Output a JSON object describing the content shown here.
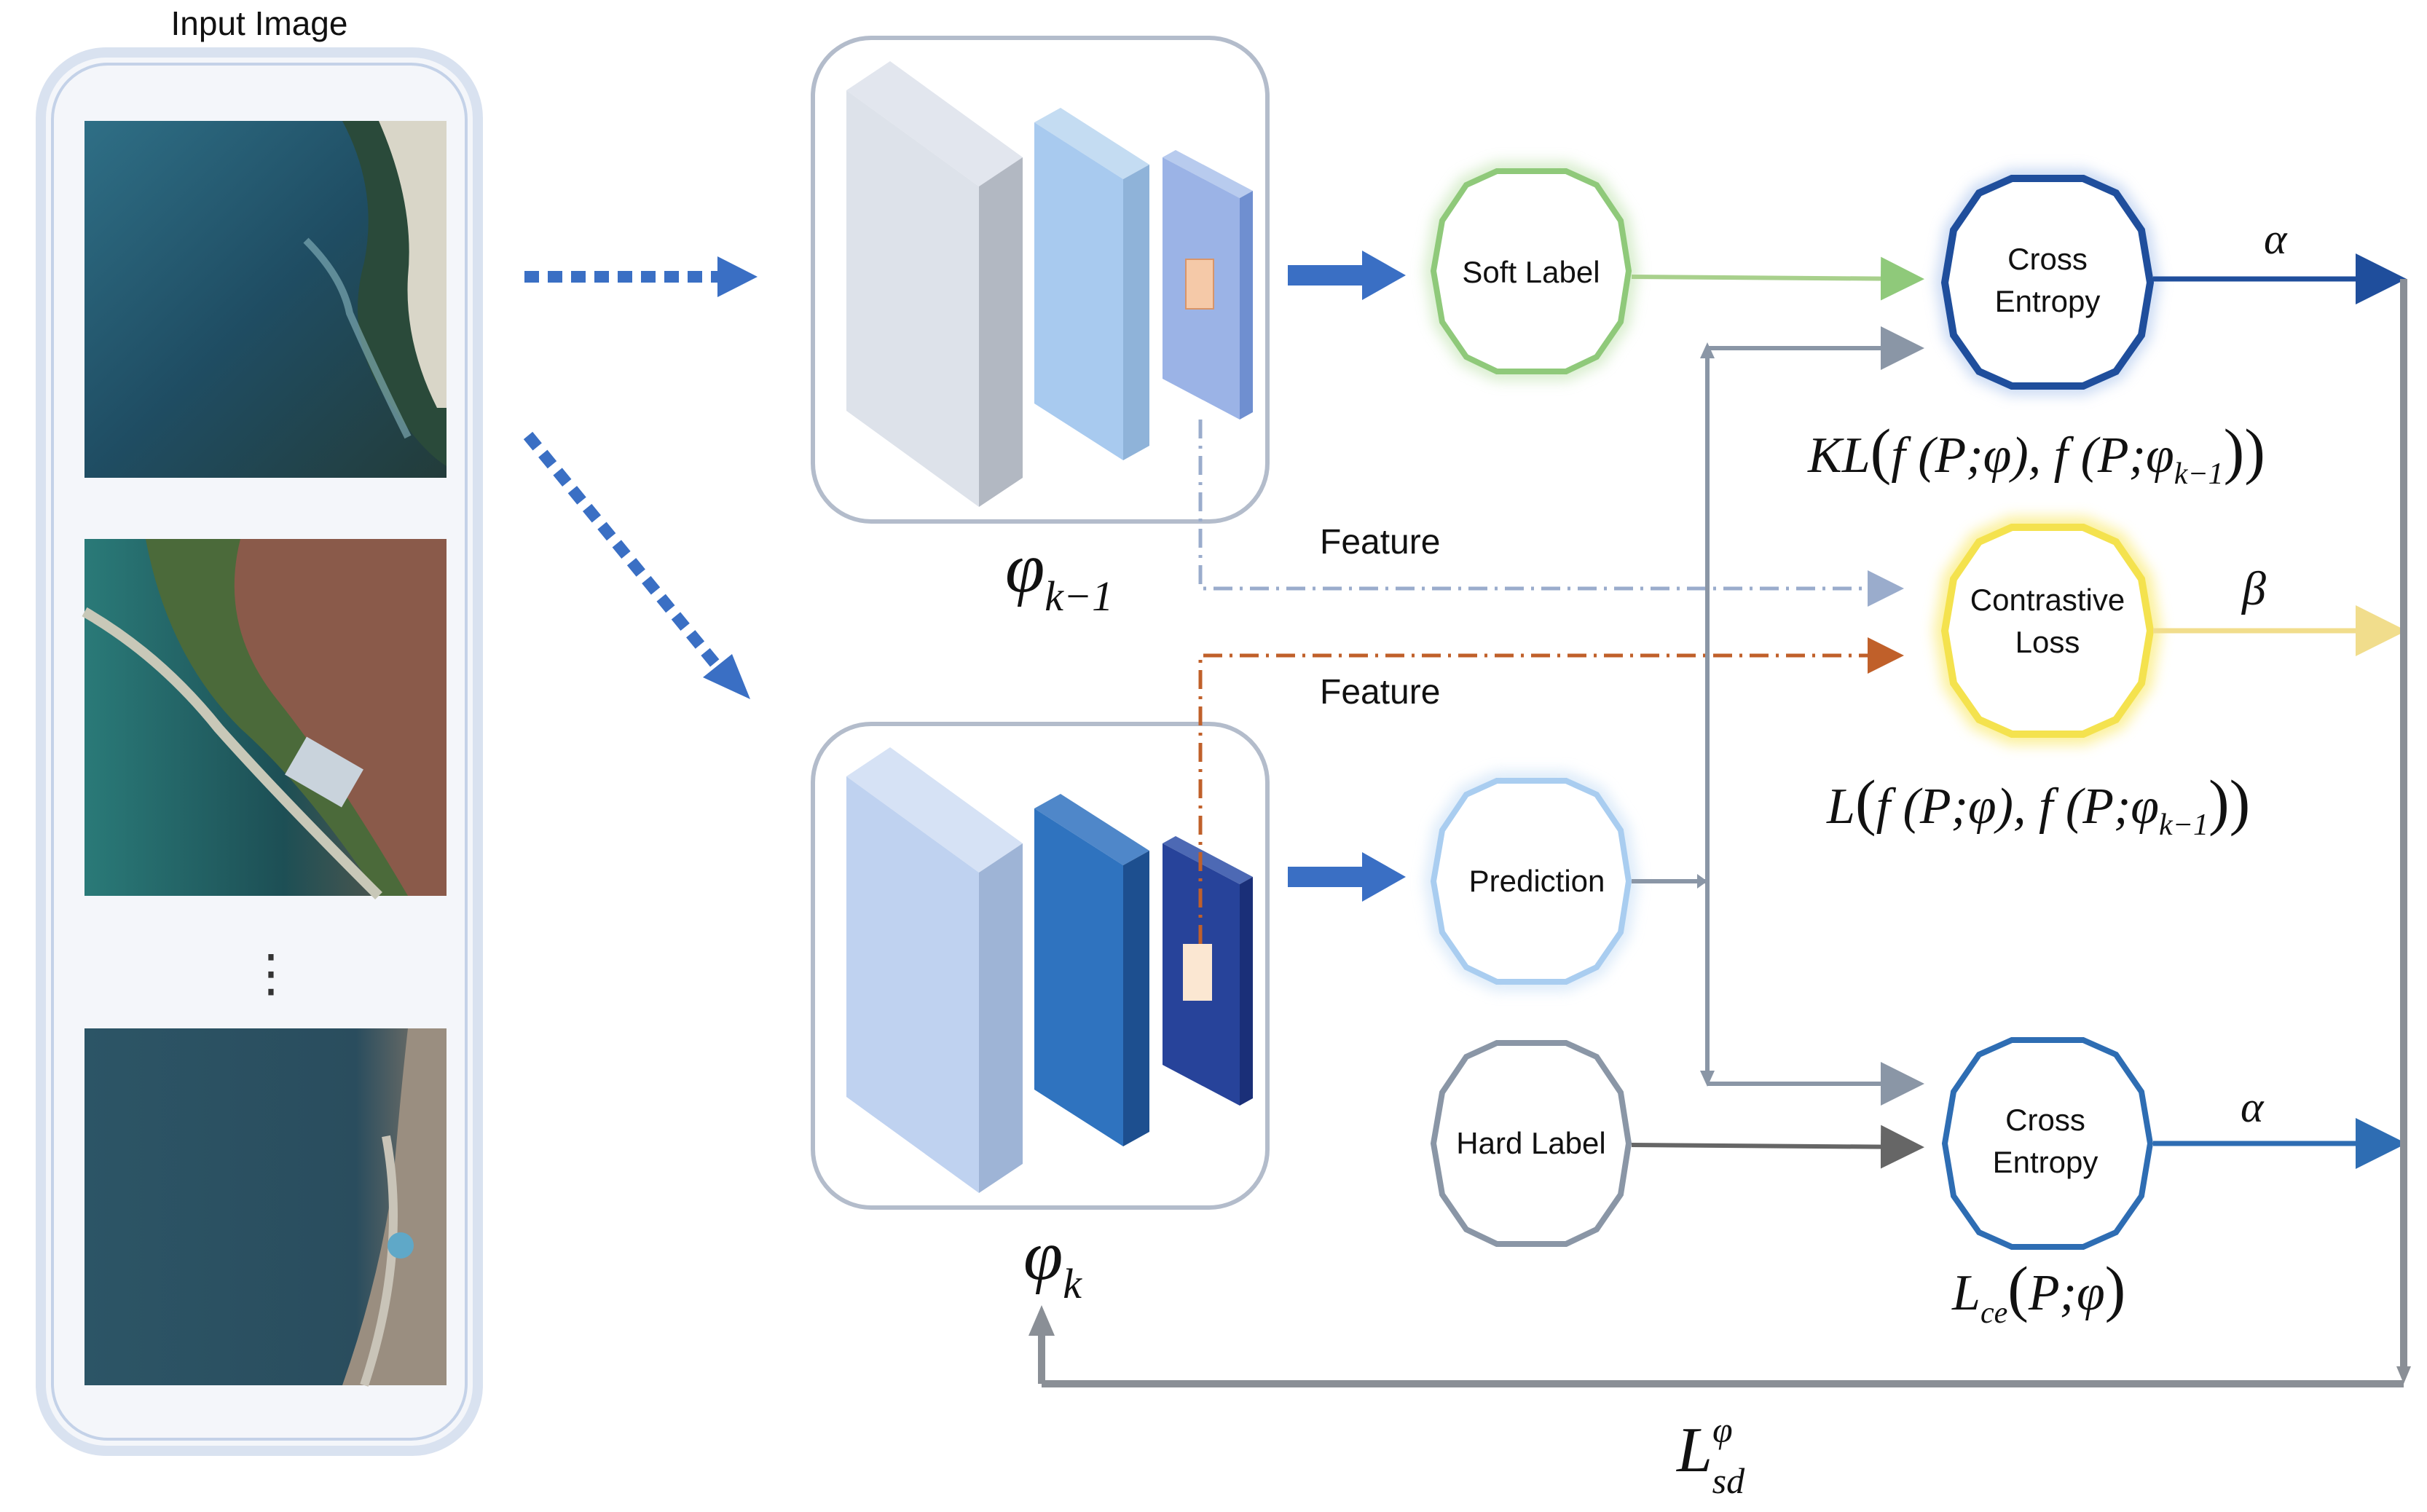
{
  "input_panel": {
    "title": "Input Image",
    "ellipsis": "⋮"
  },
  "teacher": {
    "symbol": "φ",
    "subscript": "k−1"
  },
  "student": {
    "symbol": "φ",
    "subscript": "k"
  },
  "nodes": {
    "soft_label": "Soft Label",
    "prediction": "Prediction",
    "hard_label": "Hard Label",
    "cross_entropy_top": [
      "Cross",
      "Entropy"
    ],
    "contrastive_loss": [
      "Contrastive",
      "Loss"
    ],
    "cross_entropy_bottom": [
      "Cross",
      "Entropy"
    ]
  },
  "edge_labels": {
    "feature_top": "Feature",
    "feature_bottom": "Feature"
  },
  "weights": {
    "alpha_top": "α",
    "beta": "β",
    "alpha_bottom": "α"
  },
  "formulas": {
    "kl": {
      "prefix": "KL",
      "body": "f (P;φ), f (P;φ",
      "sub": "k−1"
    },
    "contrastive": {
      "prefix": "L",
      "body": "f (P;φ), f (P;φ",
      "sub": "k−1"
    },
    "ce": {
      "prefix": "L",
      "sub": "ce",
      "body": "P;φ"
    },
    "sd": {
      "prefix": "L",
      "sub": "sd",
      "sup": "φ"
    }
  },
  "colors": {
    "soft_label": "#8fc97a",
    "prediction": "#a9cdf0",
    "hard_label": "#8a96a6",
    "cross_entropy_top": "#1f4e9c",
    "contrastive_loss": "#f4e24e",
    "cross_entropy_bottom": "#2e6db3",
    "feedback": "#8a8f96",
    "block_arrow": "#3a6fc4",
    "feature_teacher": "#9aaccc",
    "feature_student": "#b5602a"
  }
}
